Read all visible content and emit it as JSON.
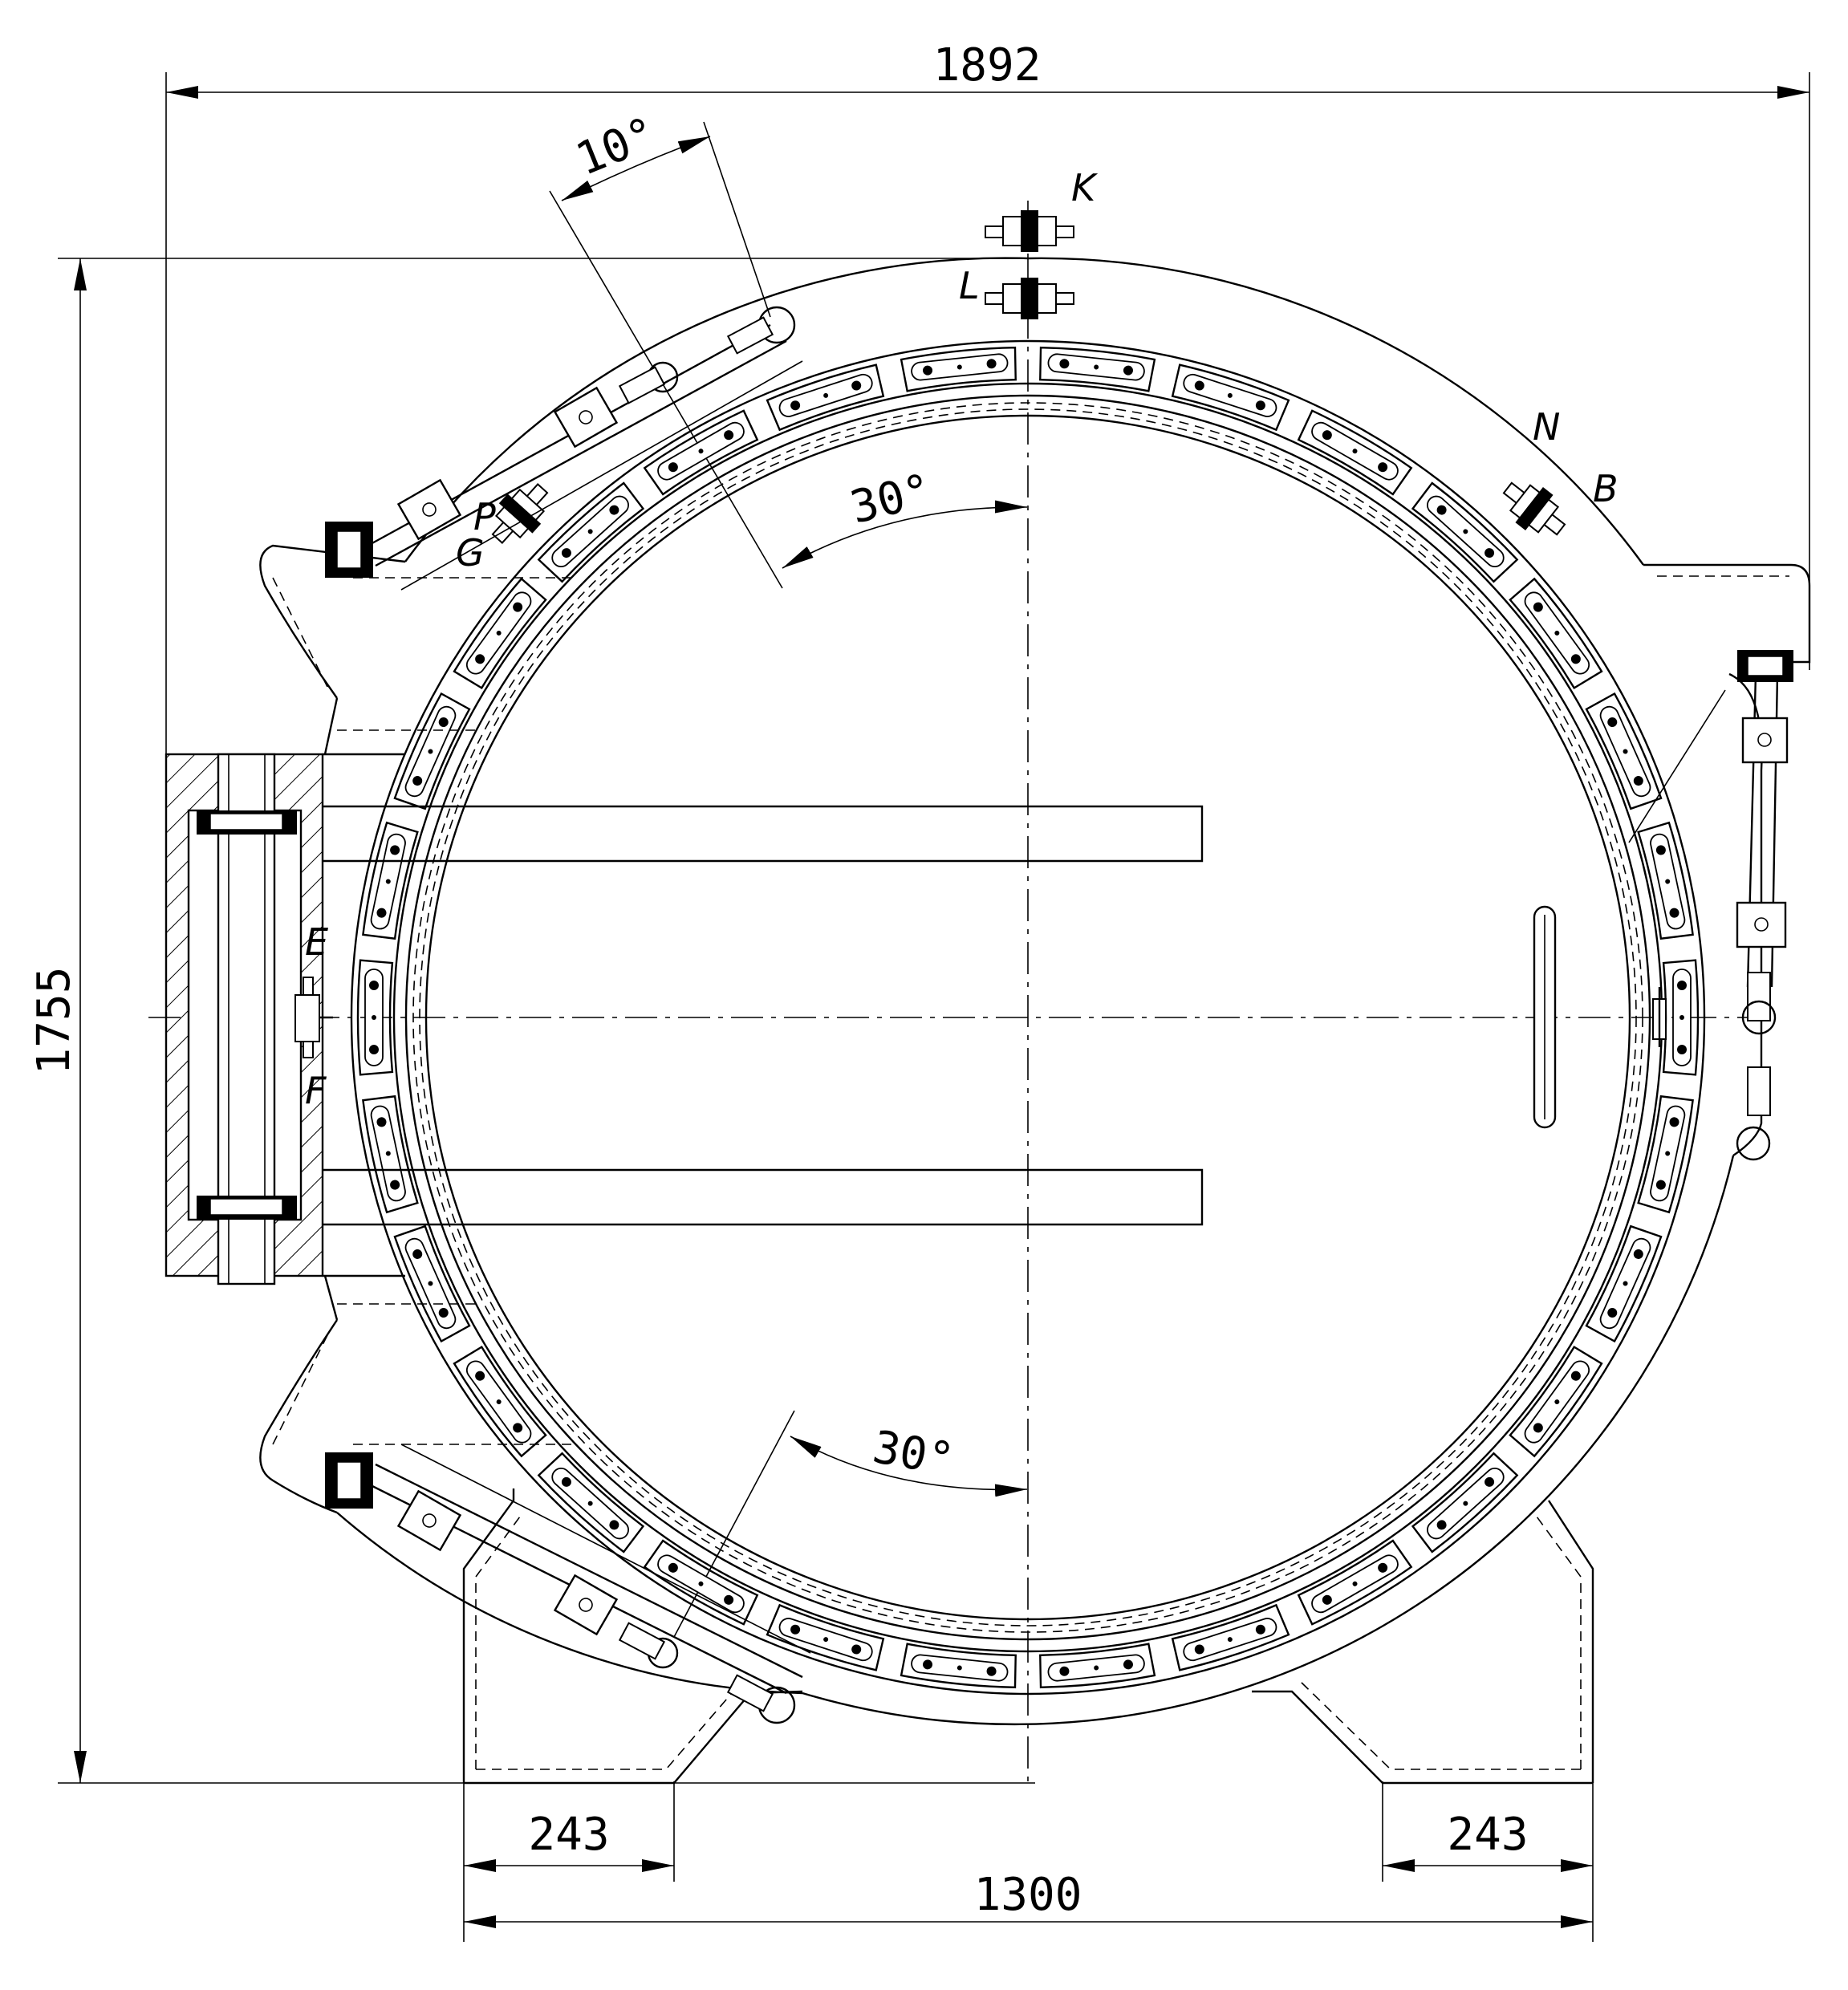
{
  "drawing": {
    "dimensions": {
      "overall_width": "1892",
      "overall_height": "1755",
      "base_width": "1300",
      "foot_left": "243",
      "foot_right": "243",
      "angle_top": "10°",
      "angle_upper": "30°",
      "angle_lower": "30°"
    },
    "labels": {
      "K": "K",
      "L": "L",
      "N": "N",
      "B": "B",
      "P": "P",
      "G": "G",
      "E": "E",
      "F": "F"
    }
  }
}
